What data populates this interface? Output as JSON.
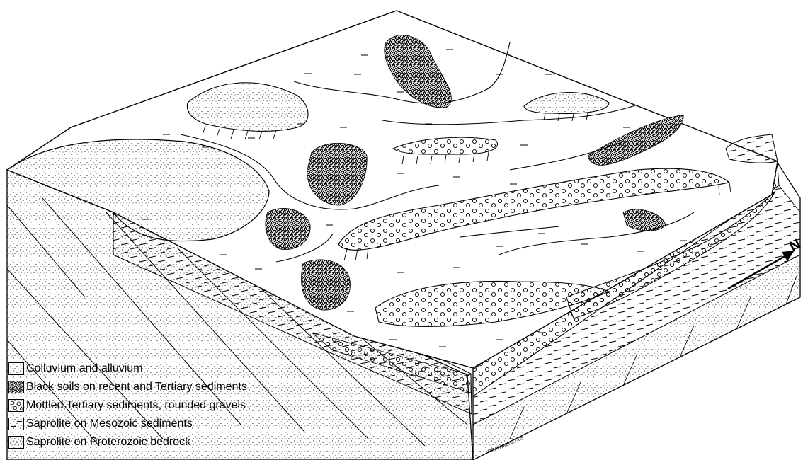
{
  "legend": {
    "items": [
      {
        "pattern": "blank",
        "label": "Colluvium and alluvium"
      },
      {
        "pattern": "blackSoil",
        "label": "Black soils on recent and Tertiary sediments"
      },
      {
        "pattern": "gravel",
        "label": "Mottled Tertiary sediments, rounded gravels"
      },
      {
        "pattern": "saprolite",
        "label": "Saprolite on Mesozoic sediments"
      },
      {
        "pattern": "stipple",
        "label": "Saprolite on Proterozoic bedrock"
      }
    ]
  },
  "north_arrow": {
    "label": "N"
  },
  "figure_code": "RRAfWeaH21-05"
}
